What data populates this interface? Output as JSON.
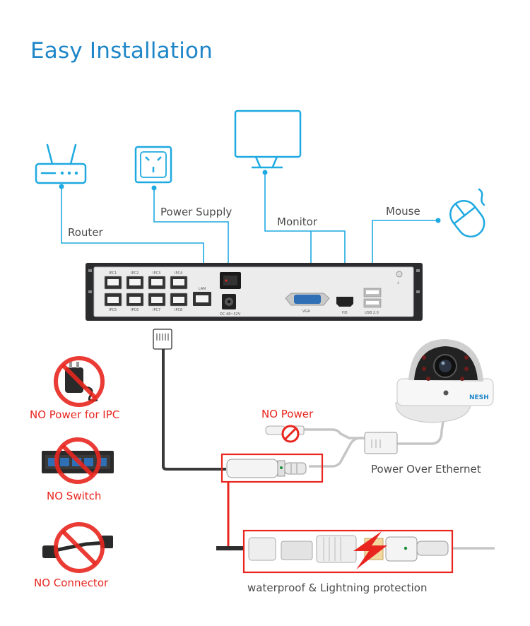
{
  "title": "Easy Installation",
  "labels": {
    "router": "Router",
    "power_supply": "Power Supply",
    "monitor": "Monitor",
    "mouse": "Mouse",
    "no_power": "NO Power",
    "power_over_ethernet": "Power Over Ethernet",
    "waterproof": "waterproof & Lightning protection",
    "no_power_ipc": "NO Power for IPC",
    "no_switch": "NO Switch",
    "no_connector": "NO Connector"
  },
  "nvr": {
    "ports_top": [
      "IPC1",
      "IPC2",
      "IPC3",
      "IPC4"
    ],
    "ports_bottom": [
      "IPC5",
      "IPC6",
      "IPC7",
      "IPC8"
    ],
    "lan": "LAN",
    "dc": "DC 48~52V",
    "vga": "VGA",
    "hd": "HD",
    "usb": "USB 2.0"
  },
  "camera_brand": "NESH",
  "colors": {
    "accent": "#1ea9e1",
    "title": "#1e86c8",
    "warning": "#e8261f"
  }
}
